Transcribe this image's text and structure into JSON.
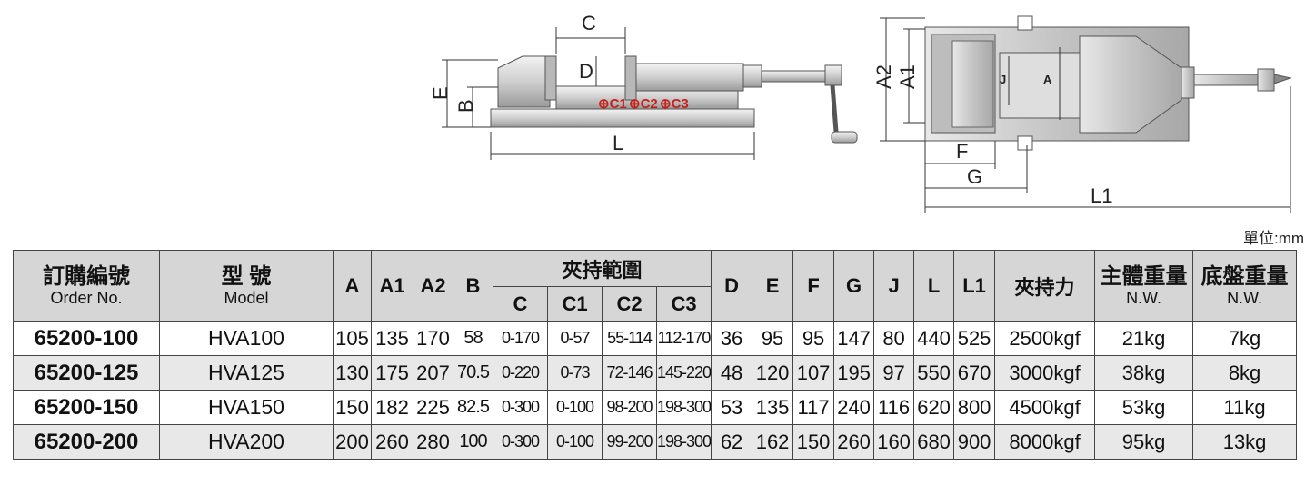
{
  "diagram": {
    "side_view_labels": [
      "C",
      "D",
      "E",
      "B",
      "L"
    ],
    "side_view_marks": [
      "C1",
      "C2",
      "C3"
    ],
    "top_view_labels": [
      "A2",
      "A1",
      "J",
      "A",
      "F",
      "G",
      "L1"
    ]
  },
  "unit_note": "單位:mm",
  "table": {
    "headers": {
      "order_zh": "訂購編號",
      "order_en": "Order No.",
      "model_zh": "型 號",
      "model_en": "Model",
      "A": "A",
      "A1": "A1",
      "A2": "A2",
      "B": "B",
      "clamp_range": "夾持範圍",
      "C": "C",
      "C1": "C1",
      "C2": "C2",
      "C3": "C3",
      "D": "D",
      "E": "E",
      "F": "F",
      "G": "G",
      "J": "J",
      "L": "L",
      "L1": "L1",
      "force": "夾持力",
      "body_weight_zh": "主體重量",
      "body_weight_en": "N.W.",
      "base_weight_zh": "底盤重量",
      "base_weight_en": "N.W."
    },
    "rows": [
      {
        "order": "65200-100",
        "model": "HVA100",
        "A": "105",
        "A1": "135",
        "A2": "170",
        "B": "58",
        "C": "0-170",
        "C1": "0-57",
        "C2": "55-114",
        "C3": "112-170",
        "D": "36",
        "E": "95",
        "F": "95",
        "G": "147",
        "J": "80",
        "L": "440",
        "L1": "525",
        "force": "2500kgf",
        "body": "21kg",
        "base": "7kg"
      },
      {
        "order": "65200-125",
        "model": "HVA125",
        "A": "130",
        "A1": "175",
        "A2": "207",
        "B": "70.5",
        "C": "0-220",
        "C1": "0-73",
        "C2": "72-146",
        "C3": "145-220",
        "D": "48",
        "E": "120",
        "F": "107",
        "G": "195",
        "J": "97",
        "L": "550",
        "L1": "670",
        "force": "3000kgf",
        "body": "38kg",
        "base": "8kg"
      },
      {
        "order": "65200-150",
        "model": "HVA150",
        "A": "150",
        "A1": "182",
        "A2": "225",
        "B": "82.5",
        "C": "0-300",
        "C1": "0-100",
        "C2": "98-200",
        "C3": "198-300",
        "D": "53",
        "E": "135",
        "F": "117",
        "G": "240",
        "J": "116",
        "L": "620",
        "L1": "800",
        "force": "4500kgf",
        "body": "53kg",
        "base": "11kg"
      },
      {
        "order": "65200-200",
        "model": "HVA200",
        "A": "200",
        "A1": "260",
        "A2": "280",
        "B": "100",
        "C": "0-300",
        "C1": "0-100",
        "C2": "99-200",
        "C3": "198-300",
        "D": "62",
        "E": "162",
        "F": "150",
        "G": "260",
        "J": "160",
        "L": "680",
        "L1": "900",
        "force": "8000kgf",
        "body": "95kg",
        "base": "13kg"
      }
    ]
  }
}
